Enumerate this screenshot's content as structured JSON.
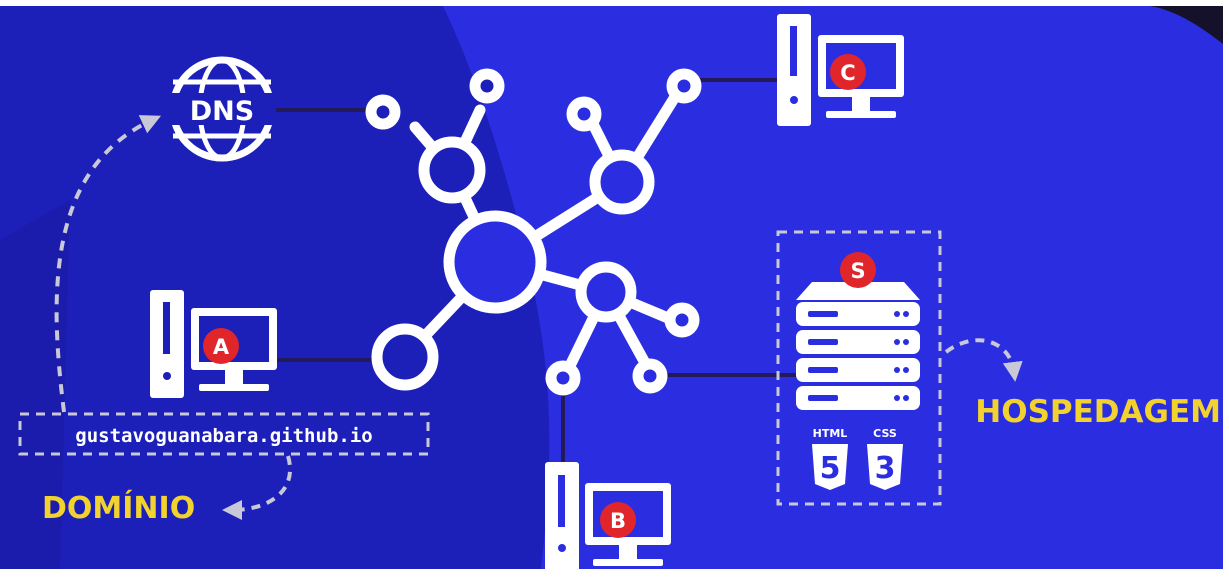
{
  "diagram": {
    "dns_label": "DNS",
    "computers": {
      "a": "A",
      "b": "B",
      "c": "C"
    },
    "server_badge": "S",
    "domain_url": "gustavoguanabara.github.io",
    "domain_caption": "DOMÍNIO",
    "hosting_caption": "HOSPEDAGEM",
    "html_label": "HTML",
    "css_label": "CSS",
    "html_number": "5",
    "css_number": "3"
  },
  "colors": {
    "background": "#2a2ee0",
    "blob": "#1c1fb8",
    "white": "#ffffff",
    "badge_red": "#e0262b",
    "caption_yellow": "#f2d22e",
    "connector_dark": "#231a5a",
    "dashed_gray": "#c8c8d8"
  }
}
